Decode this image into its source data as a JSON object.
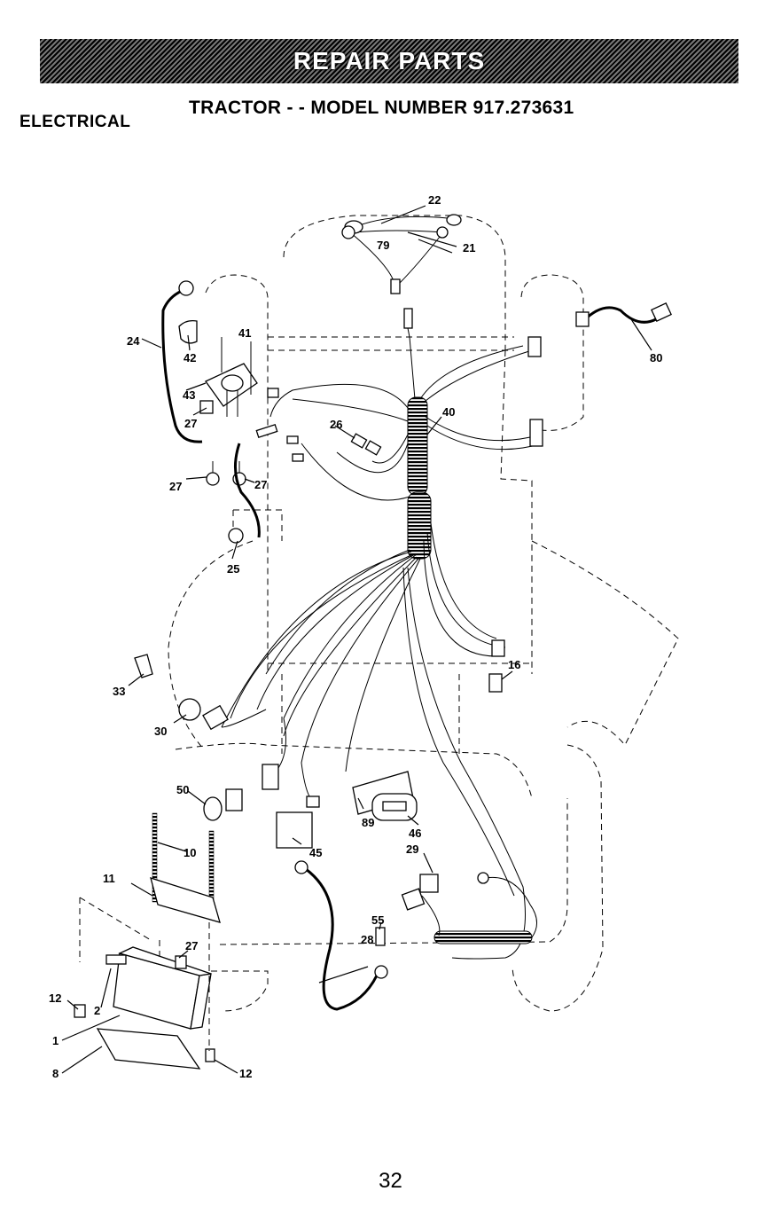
{
  "banner": "REPAIR PARTS",
  "title": "TRACTOR - - MODEL NUMBER 917.273631",
  "section": "ELECTRICAL",
  "page_number": "32",
  "callouts": {
    "c22": "22",
    "c79": "79",
    "c21": "21",
    "c80": "80",
    "c24": "24",
    "c41": "41",
    "c42": "42",
    "c43": "43",
    "c27a": "27",
    "c26": "26",
    "c40": "40",
    "c27b": "27",
    "c27c": "27",
    "c25": "25",
    "c16": "16",
    "c33": "33",
    "c30": "30",
    "c50": "50",
    "c89": "89",
    "c46": "46",
    "c10": "10",
    "c45": "45",
    "c29": "29",
    "c11": "11",
    "c55": "55",
    "c28": "28",
    "c27d": "27",
    "c12a": "12",
    "c2": "2",
    "c1": "1",
    "c8": "8",
    "c12b": "12"
  }
}
